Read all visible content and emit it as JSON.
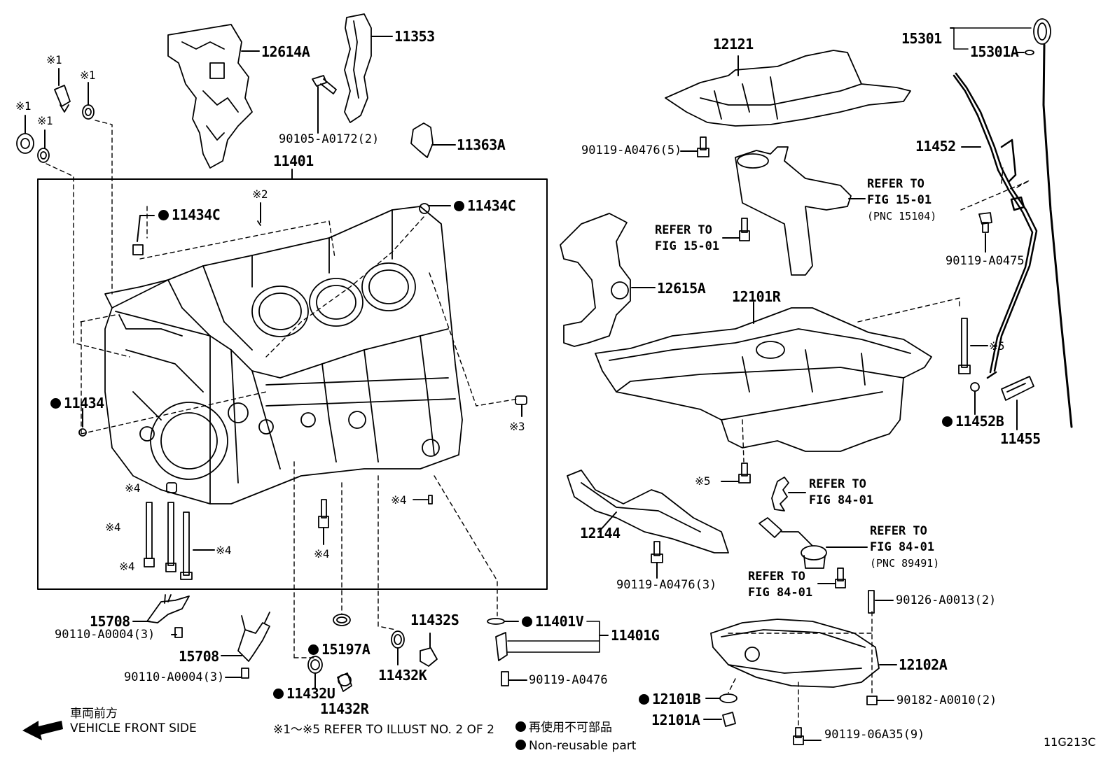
{
  "labels": {
    "p12614A": "12614A",
    "p11353": "11353",
    "p11363A": "11363A",
    "p90105": "90105-A0172(2)",
    "p11401": "11401",
    "p11434C_a": "11434C",
    "p11434C_b": "11434C",
    "p11434": "11434",
    "x1a": "※1",
    "x1b": "※1",
    "x1c": "※1",
    "x1d": "※1",
    "x2": "※2",
    "x3": "※3",
    "x4a": "※4",
    "x4b": "※4",
    "x4c": "※4",
    "x4d": "※4",
    "x4e": "※4",
    "x4f": "※4",
    "p12121": "12121",
    "p90119_476_5": "90119-A0476(5)",
    "p15301": "15301",
    "p15301A": "15301A",
    "p11452": "11452",
    "p90119_475": "90119-A0475",
    "p12615A": "12615A",
    "p12101R": "12101R",
    "x5a": "※5",
    "x5b": "※5",
    "p11452B": "11452B",
    "p11455": "11455",
    "p12144": "12144",
    "p90119_476_3": "90119-A0476(3)",
    "p90126": "90126-A0013(2)",
    "p12102A": "12102A",
    "p12101B": "12101B",
    "p90182": "90182-A0010(2)",
    "p12101A": "12101A",
    "p90119_06A35": "90119-06A35(9)",
    "p15708a": "15708",
    "p90110a": "90110-A0004(3)",
    "p15708b": "15708",
    "p90110b": "90110-A0004(3)",
    "p15197A": "15197A",
    "p11432U": "11432U",
    "p11432R": "11432R",
    "p11432S": "11432S",
    "p11432K": "11432K",
    "p11401V": "11401V",
    "p11401G": "11401G",
    "p90119_476": "90119-A0476"
  },
  "refs": {
    "r1501a_1": "REFER TO",
    "r1501a_2": "FIG 15-01",
    "r1501a_3": "(PNC 15104)",
    "r1501b_1": "REFER TO",
    "r1501b_2": "FIG 15-01",
    "r8401a_1": "REFER TO",
    "r8401a_2": "FIG 84-01",
    "r8401b_1": "REFER TO",
    "r8401b_2": "FIG 84-01",
    "r8401b_3": "(PNC 89491)",
    "r8401c_1": "REFER TO",
    "r8401c_2": "FIG 84-01"
  },
  "footer": {
    "front_jp": "車両前方",
    "front_en": "VEHICLE FRONT SIDE",
    "illust_note": "※1～※5  REFER TO ILLUST NO. 2 OF 2",
    "nonreuse_jp": "再使用不可部品",
    "nonreuse_en": "Non-reusable part",
    "code": "11G213C"
  }
}
